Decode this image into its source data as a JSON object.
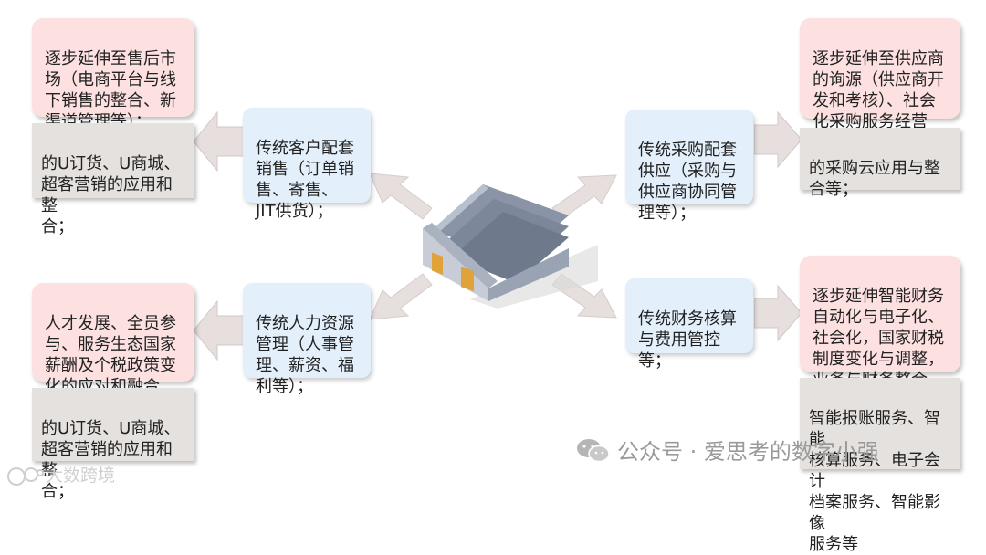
{
  "center": {
    "icon": "warehouse-building-icon"
  },
  "top_left": {
    "extend_text": "逐步延伸至售后市\n场（电商平台与线\n下销售的整合、新\n渠道管理等）；",
    "apps_text": "    的U订货、U商城、\n超客营销的应用和整\n合；",
    "traditional_text": "传统客户配套\n销售（订单销\n售、寄售、\nJIT供货）；"
  },
  "top_right": {
    "traditional_text": "传统采购配套\n供应（采购与\n供应商协同管\n理等）；",
    "extend_text": "逐步延伸至供应商\n的询源（供应商开\n发和考核）、社会\n化采购服务经营等；",
    "apps_text": "    的采购云应用与整\n合等；"
  },
  "bottom_left": {
    "extend_text": "人才发展、全员参\n与、服务生态国家\n薪酬及个税政策变\n化的应对和融合等；",
    "apps_text": "    的U订货、U商城、\n超客营销的应用和整\n合；",
    "traditional_text": "传统人力资源\n管理（人事管\n理、薪资、福\n利等）；"
  },
  "bottom_right": {
    "traditional_text": "传统财务核算\n与费用管控等；",
    "extend_text": "逐步延伸智能财务\n自动化与电子化、\n社会化，国家财税\n制度变化与调整，\n业务与财务整合等；",
    "apps_text": "智能报账服务、智能\n核算服务、电子会计\n档案服务、智能影像\n服务等"
  },
  "watermarks": {
    "wechat_text": "公众号 · 爱思考的数字小强",
    "corner_text": "大数跨境"
  },
  "colors": {
    "pink_box": "#fde0e0",
    "blue_box": "#e3effb",
    "gray_box": "#e4e1de",
    "arrow": "#e7dede"
  }
}
